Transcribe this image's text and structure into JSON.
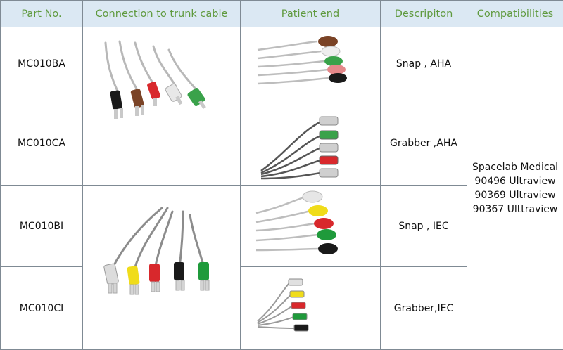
{
  "table": {
    "headers": [
      "Part No.",
      "Connection to trunk cable",
      "Patient end",
      "Descripiton",
      "Compatibilities"
    ],
    "rows": [
      {
        "part_no": "MC010BA",
        "description": "Snap , AHA",
        "patient_end": "snap-AHA-leads-icon"
      },
      {
        "part_no": "MC010CA",
        "description": "Grabber ,AHA",
        "patient_end": "grabber-AHA-leads-icon"
      },
      {
        "part_no": "MC010BI",
        "description": "Snap , IEC",
        "patient_end": "snap-IEC-leads-icon"
      },
      {
        "part_no": "MC010CI",
        "description": "Grabber,IEC",
        "patient_end": "grabber-IEC-leads-icon"
      }
    ],
    "trunk_connectors": [
      "trunk-connector-AHA-icon",
      "trunk-connector-IEC-icon"
    ],
    "compatibilities": [
      "Spacelab Medical",
      "90496 Ultraview",
      "90369 Ultraview",
      "90367 Ulttraview"
    ]
  },
  "colors": {
    "header_bg": "#dbe8f3",
    "header_text": "#5f9a3e",
    "grid": "#7f8a94",
    "aha_leads": [
      "#8a4b2a",
      "#e8e8e8",
      "#3aa24a",
      "#d8282c",
      "#1a1a1a"
    ],
    "iec_leads": [
      "#e6e6e6",
      "#f0dc1a",
      "#d8282c",
      "#1f9a3b",
      "#1a1a1a"
    ]
  }
}
